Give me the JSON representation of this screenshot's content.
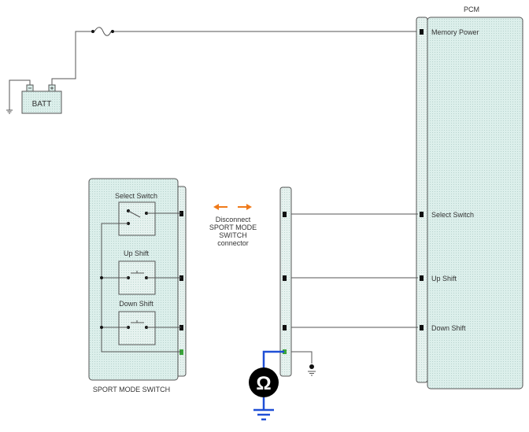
{
  "colors": {
    "wire": "#555555",
    "module_fill": "#d9ecea",
    "module_stroke": "#555555",
    "connector_fill": "#e2efec",
    "pin": "#111111",
    "ground_pin": "#3aa53a",
    "meter_wire": "#1f4fd6",
    "meter_ground": "#1f4fd6",
    "arrow": "#f07a1a",
    "ohm_meter": "#000000"
  },
  "battery": {
    "label": "BATT"
  },
  "pcm": {
    "title": "PCM",
    "pins": [
      "Memory Power",
      "Select Switch",
      "Up  Shift",
      "Down  Shift"
    ]
  },
  "sport_switch": {
    "caption": "SPORT MODE SWITCH",
    "labels": [
      "Select Switch",
      "Up  Shift",
      "Down  Shift"
    ]
  },
  "disconnect_note": [
    "Disconnect",
    "SPORT MODE",
    "SWITCH",
    "connector"
  ],
  "ohm_meter": {
    "symbol": "Ω",
    "icon": "ohmmeter-icon"
  }
}
